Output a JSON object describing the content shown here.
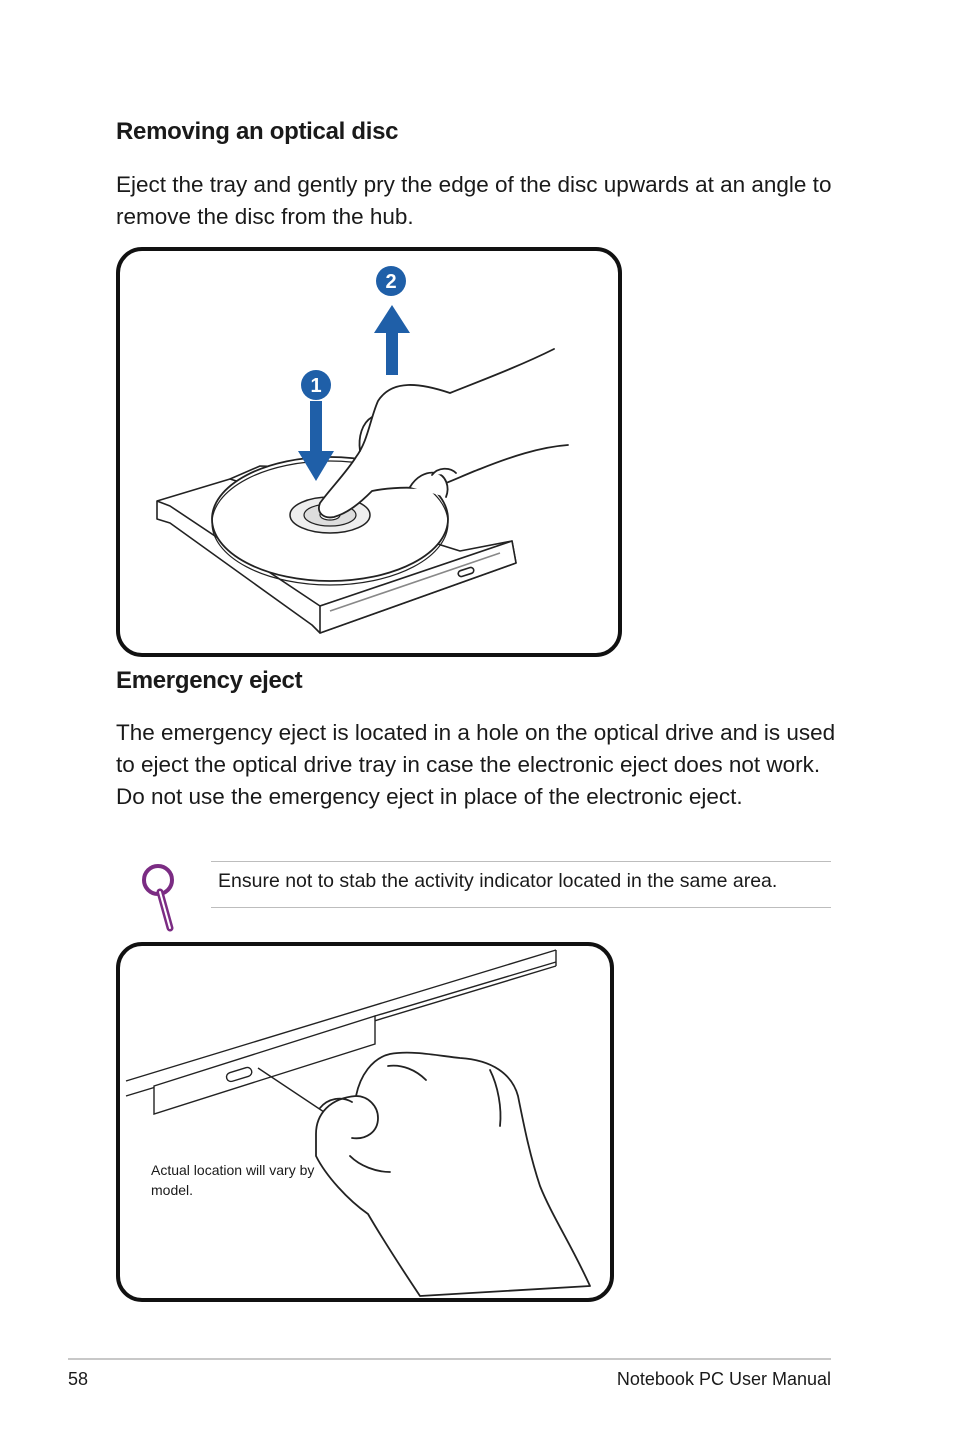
{
  "section1": {
    "heading": "Removing an optical disc",
    "body": "Eject the tray and gently pry the edge of the disc upwards at an angle to remove the disc from the hub."
  },
  "figure1": {
    "step1": "1",
    "step2": "2",
    "accent": "#1f5fa8"
  },
  "section2": {
    "heading": "Emergency eject",
    "body": "The emergency eject is located in a hole on the optical drive and is used to eject the optical drive tray in case the electronic eject does not work. Do not use the emergency eject in place of the electronic eject."
  },
  "note": {
    "icon": "magnifier-tip-icon",
    "icon_color": "#7b2c83",
    "text": "Ensure not to stab the activity indicator located in the same area."
  },
  "figure2": {
    "caption": "Actual location will vary by model."
  },
  "footer": {
    "page_number": "58",
    "title": "Notebook PC User Manual"
  }
}
